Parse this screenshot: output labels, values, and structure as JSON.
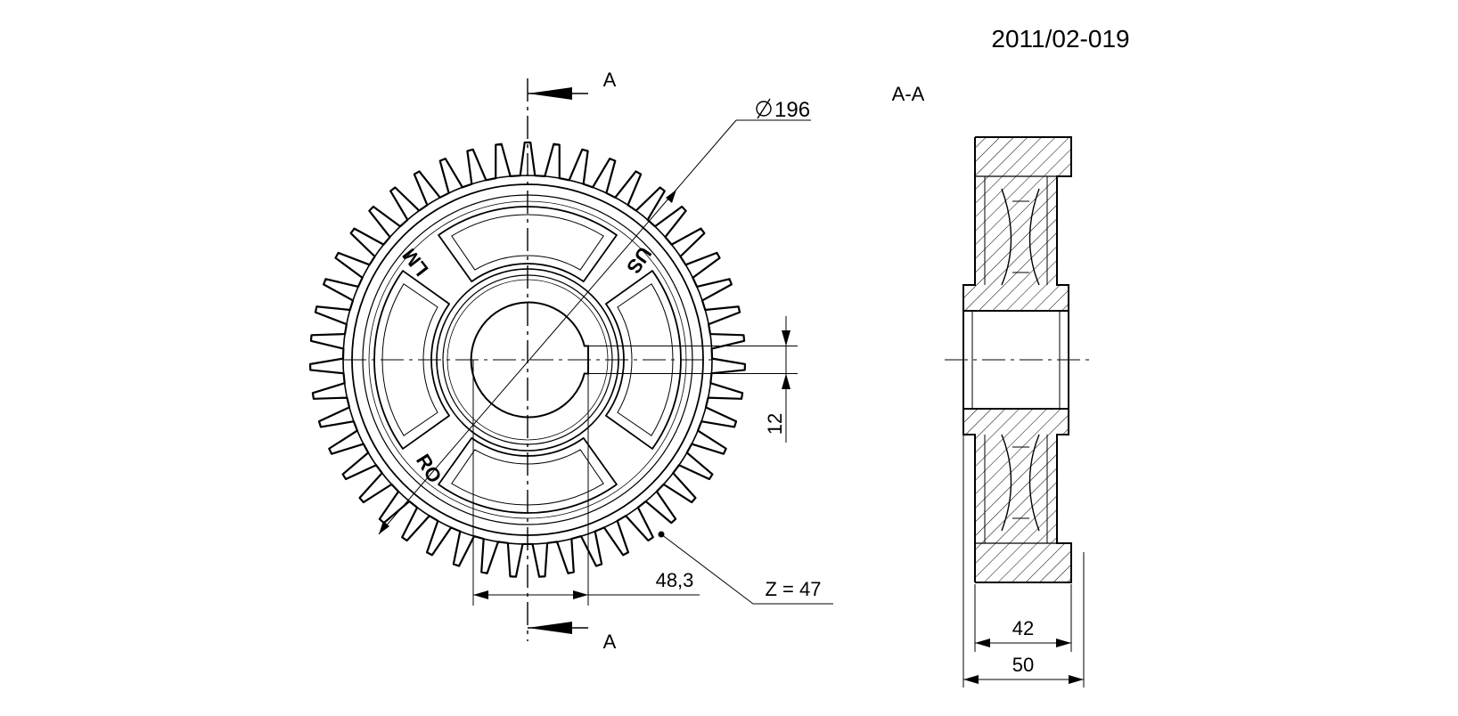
{
  "drawing_number": "2011/02-019",
  "section_label": "A-A",
  "cut_marker_top": "A",
  "cut_marker_bottom": "A",
  "dimensions": {
    "outer_diameter": "196",
    "keyway_width": "12",
    "keyway_depth": "48,3",
    "tooth_count": "Z = 47",
    "hub_width": "42",
    "overall_width": "50"
  },
  "rim_marks": [
    "LM",
    "US",
    "RO"
  ],
  "gear": {
    "teeth": 47
  },
  "colors": {
    "line": "#000000",
    "background": "#ffffff"
  }
}
